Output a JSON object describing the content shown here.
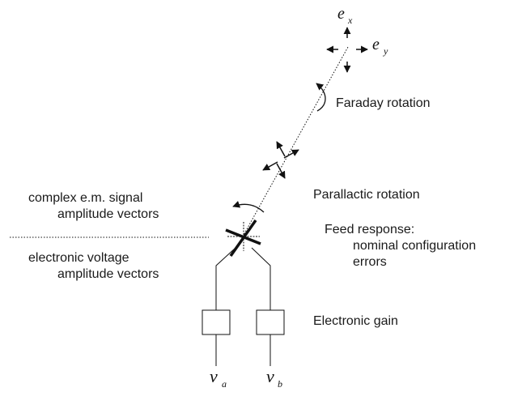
{
  "labels": {
    "faraday": "Faraday rotation",
    "parallactic": "Parallactic rotation",
    "complex_line1": "complex e.m. signal",
    "complex_line2": "amplitude vectors",
    "electronic_line1": "electronic voltage",
    "electronic_line2": "amplitude vectors",
    "feed_line1": "Feed response:",
    "feed_line2": "nominal configuration",
    "feed_line3": "errors",
    "gain": "Electronic gain"
  },
  "symbols": {
    "ex_base": "e",
    "ex_sub": "x",
    "ey_base": "e",
    "ey_sub": "y",
    "va_base": "v",
    "va_sub": "a",
    "vb_base": "v",
    "vb_sub": "b"
  },
  "colors": {
    "ink": "#111111",
    "background": "#ffffff"
  }
}
